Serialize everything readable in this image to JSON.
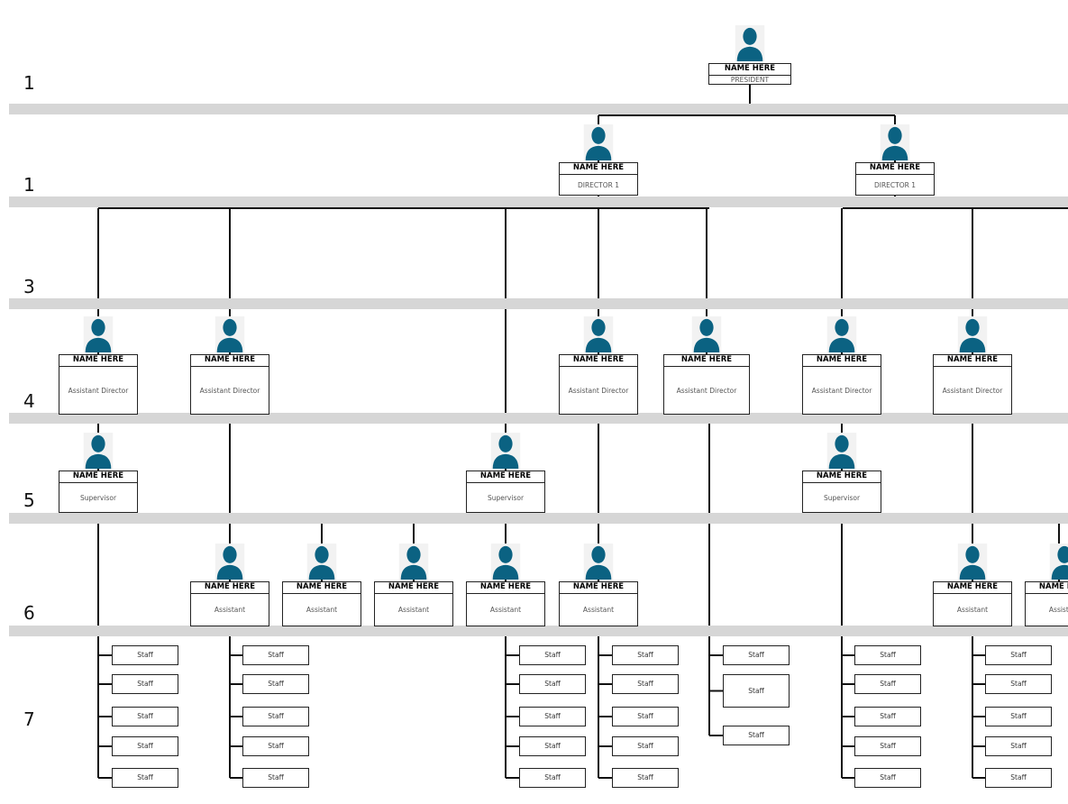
{
  "level_labels": [
    "1",
    "1",
    "3",
    "4",
    "5",
    "6",
    "7"
  ],
  "colors": {
    "person": "#0b6282",
    "band": "#d6d6d6",
    "line": "#111111"
  },
  "president": {
    "name": "NAME HERE",
    "title": "PRESIDENT"
  },
  "directors": [
    {
      "name": "NAME HERE",
      "title": "DIRECTOR 1"
    },
    {
      "name": "NAME HERE",
      "title": "DIRECTOR 1"
    }
  ],
  "assistant_directors": [
    {
      "name": "NAME HERE",
      "title": "Assistant Director"
    },
    {
      "name": "NAME HERE",
      "title": "Assistant Director"
    },
    {
      "name": "NAME HERE",
      "title": "Assistant Director"
    },
    {
      "name": "NAME HERE",
      "title": "Assistant Director"
    },
    {
      "name": "NAME HERE",
      "title": "Assistant Director"
    },
    {
      "name": "NAME HERE",
      "title": "Assistant Director"
    }
  ],
  "supervisors": [
    {
      "name": "NAME HERE",
      "title": "Supervisor"
    },
    {
      "name": "NAME HERE",
      "title": "Supervisor"
    },
    {
      "name": "NAME HERE",
      "title": "Supervisor"
    }
  ],
  "assistants": [
    {
      "name": "NAME HERE",
      "title": "Assistant"
    },
    {
      "name": "NAME HERE",
      "title": "Assistant"
    },
    {
      "name": "NAME HERE",
      "title": "Assistant"
    },
    {
      "name": "NAME HERE",
      "title": "Assistant"
    },
    {
      "name": "NAME HERE",
      "title": "Assistant"
    },
    {
      "name": "NAME HERE",
      "title": "Assistant"
    },
    {
      "name": "NAME HERE",
      "title": "Assistant"
    }
  ],
  "staff_label": "Staff",
  "staff_columns": [
    {
      "count": 5
    },
    {
      "count": 5
    },
    {
      "count": 5
    },
    {
      "count": 5
    },
    {
      "count": 3
    },
    {
      "count": 5
    },
    {
      "count": 5
    }
  ]
}
